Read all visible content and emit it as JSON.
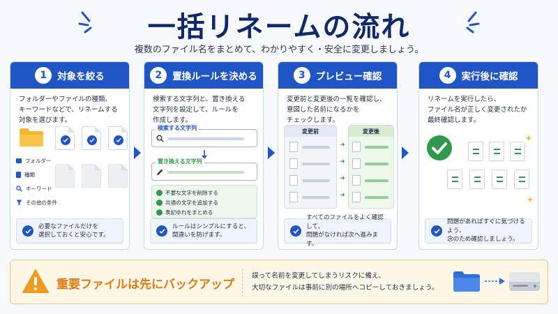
{
  "title": "一括リネームの流れ",
  "subtitle": "複数のファイル名をまとめて、わかりやすく・安全に変更しましょう。",
  "colors": {
    "primary": "#1f55c4",
    "navy": "#12286b",
    "green": "#2f9a4c",
    "warning": "#e07b12",
    "folder": "#f5b52e"
  },
  "steps": [
    {
      "num": "1",
      "title": "対象を絞る",
      "desc": "フォルダーやファイルの種類、\nキーワードなどで、リネームする\n対象を選びます。",
      "filters": [
        "フォルダー",
        "種類",
        "キーワード",
        "その他の条件"
      ],
      "note": "必要なファイルだけを\n選択しておくと安心です。"
    },
    {
      "num": "2",
      "title": "置換ルールを決める",
      "desc": "検索する文字列と、置き換える\n文字列を設定して、ルールを\n作成します。",
      "search_label": "検索する文字列",
      "replace_label": "置き換える文字列",
      "rules": [
        "不要な文字を削除する",
        "共通の文字を追加する",
        "表記ゆれをまとめる"
      ],
      "note": "ルールはシンプルにすると、\n間違いを防げます。"
    },
    {
      "num": "3",
      "title": "プレビュー確認",
      "desc": "変更前と変更後の一覧を確認し、\n意図した名前になるかを\nチェックします。",
      "before_label": "変更前",
      "after_label": "変更後",
      "note": "すべてのファイルをよく確認して、\n問題がなければ次へ進みます。"
    },
    {
      "num": "4",
      "title": "実行後に確認",
      "desc": "リネームを実行したら、\nファイル名が正しく変更されたか\n最終確認します。",
      "note": "問題があればすぐに気づけるよう、\n念のため確認しましょう。"
    }
  ],
  "backup": {
    "title": "重要ファイルは先にバックアップ",
    "text": "誤って名前を変更してしまうリスクに備え、\n大切なファイルは事前に別の場所へコピーしておきましょう。"
  }
}
